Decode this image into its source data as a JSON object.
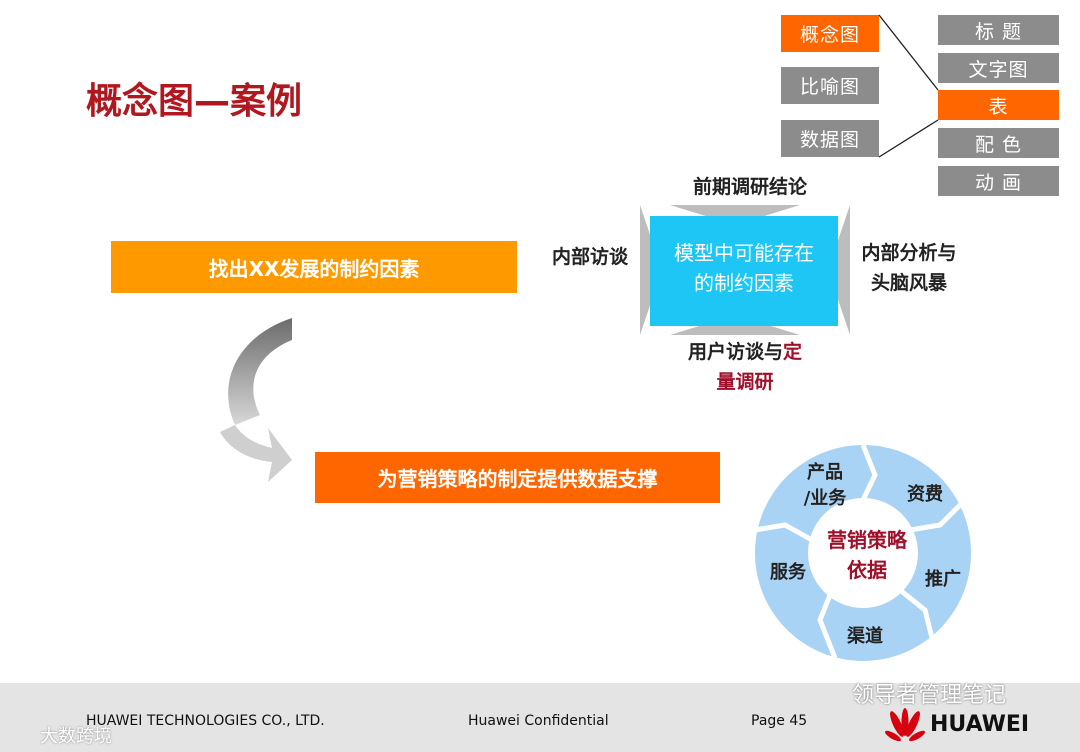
{
  "title": "概念图—案例",
  "nav_left": [
    "概念图",
    "比喻图",
    "数据图"
  ],
  "nav_right": [
    "标 题",
    "文字图",
    "表",
    "配 色",
    "动 画"
  ],
  "colors": {
    "orange": "#ff6600",
    "gray": "#8c8c8c",
    "cyan": "#1ec6f5",
    "title_red": "#b0171f",
    "ring": "#a9d3f5"
  },
  "main": {
    "bar1": "找出XX发展的制约因素",
    "bar2": "为营销策略的制定提供数据支撑"
  },
  "model": {
    "center_line1": "模型中可能存在",
    "center_line2": "的制约因素",
    "top": "前期调研结论",
    "left": "内部访谈",
    "right_line1": "内部分析与",
    "right_line2": "头脑风暴",
    "bottom_black": "用户访谈与",
    "bottom_red1": "定",
    "bottom_red2": "量调研"
  },
  "cycle": {
    "center_line1": "营销策略",
    "center_line2": "依据",
    "segments": [
      "产品",
      "/业务",
      "资费",
      "推广",
      "渠道",
      "服务"
    ]
  },
  "footer": {
    "company": "HUAWEI TECHNOLOGIES CO., LTD.",
    "confidential": "Huawei Confidential",
    "page": "Page 45",
    "brand": "HUAWEI",
    "watermark1": "领导者管理笔记",
    "watermark2": "大数跨境"
  }
}
